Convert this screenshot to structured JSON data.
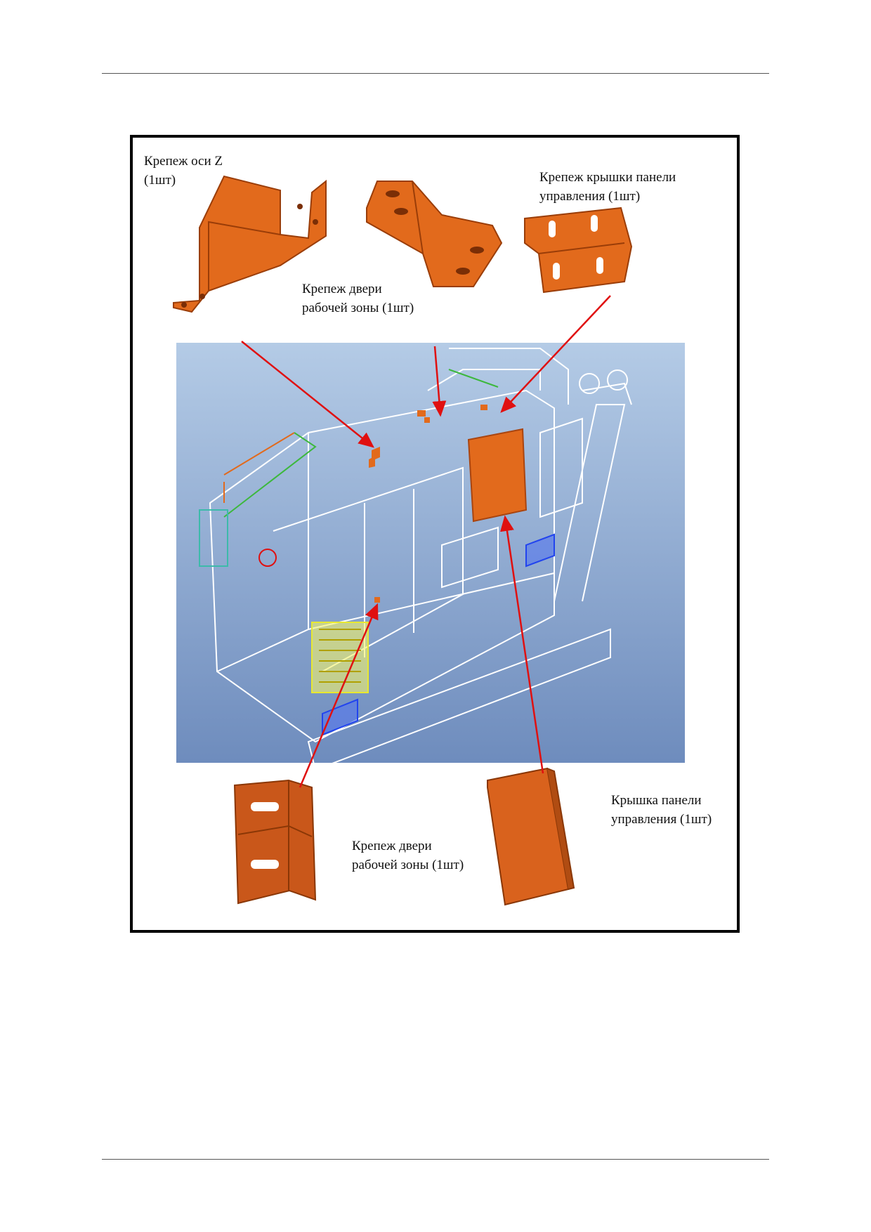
{
  "labels": {
    "z_axis": "Крепеж оси Z\n(1шт)",
    "panel_cover_mount": "Крепеж крышки панели\n управления (1шт)",
    "door_mount_top": "Крепеж двери\nрабочей зоны (1шт)",
    "door_mount_bottom": "Крепеж двери\nрабочей зоны (1шт)",
    "panel_cover": "Крышка панели\nуправления (1шт)"
  },
  "colors": {
    "part_orange": "#e26a1c",
    "part_dark": "#b84e10",
    "arrow": "#e01010",
    "machine_bg_top": "#a9c4e0",
    "machine_bg_bottom": "#6f8fbf",
    "wire": "#ffffff"
  }
}
